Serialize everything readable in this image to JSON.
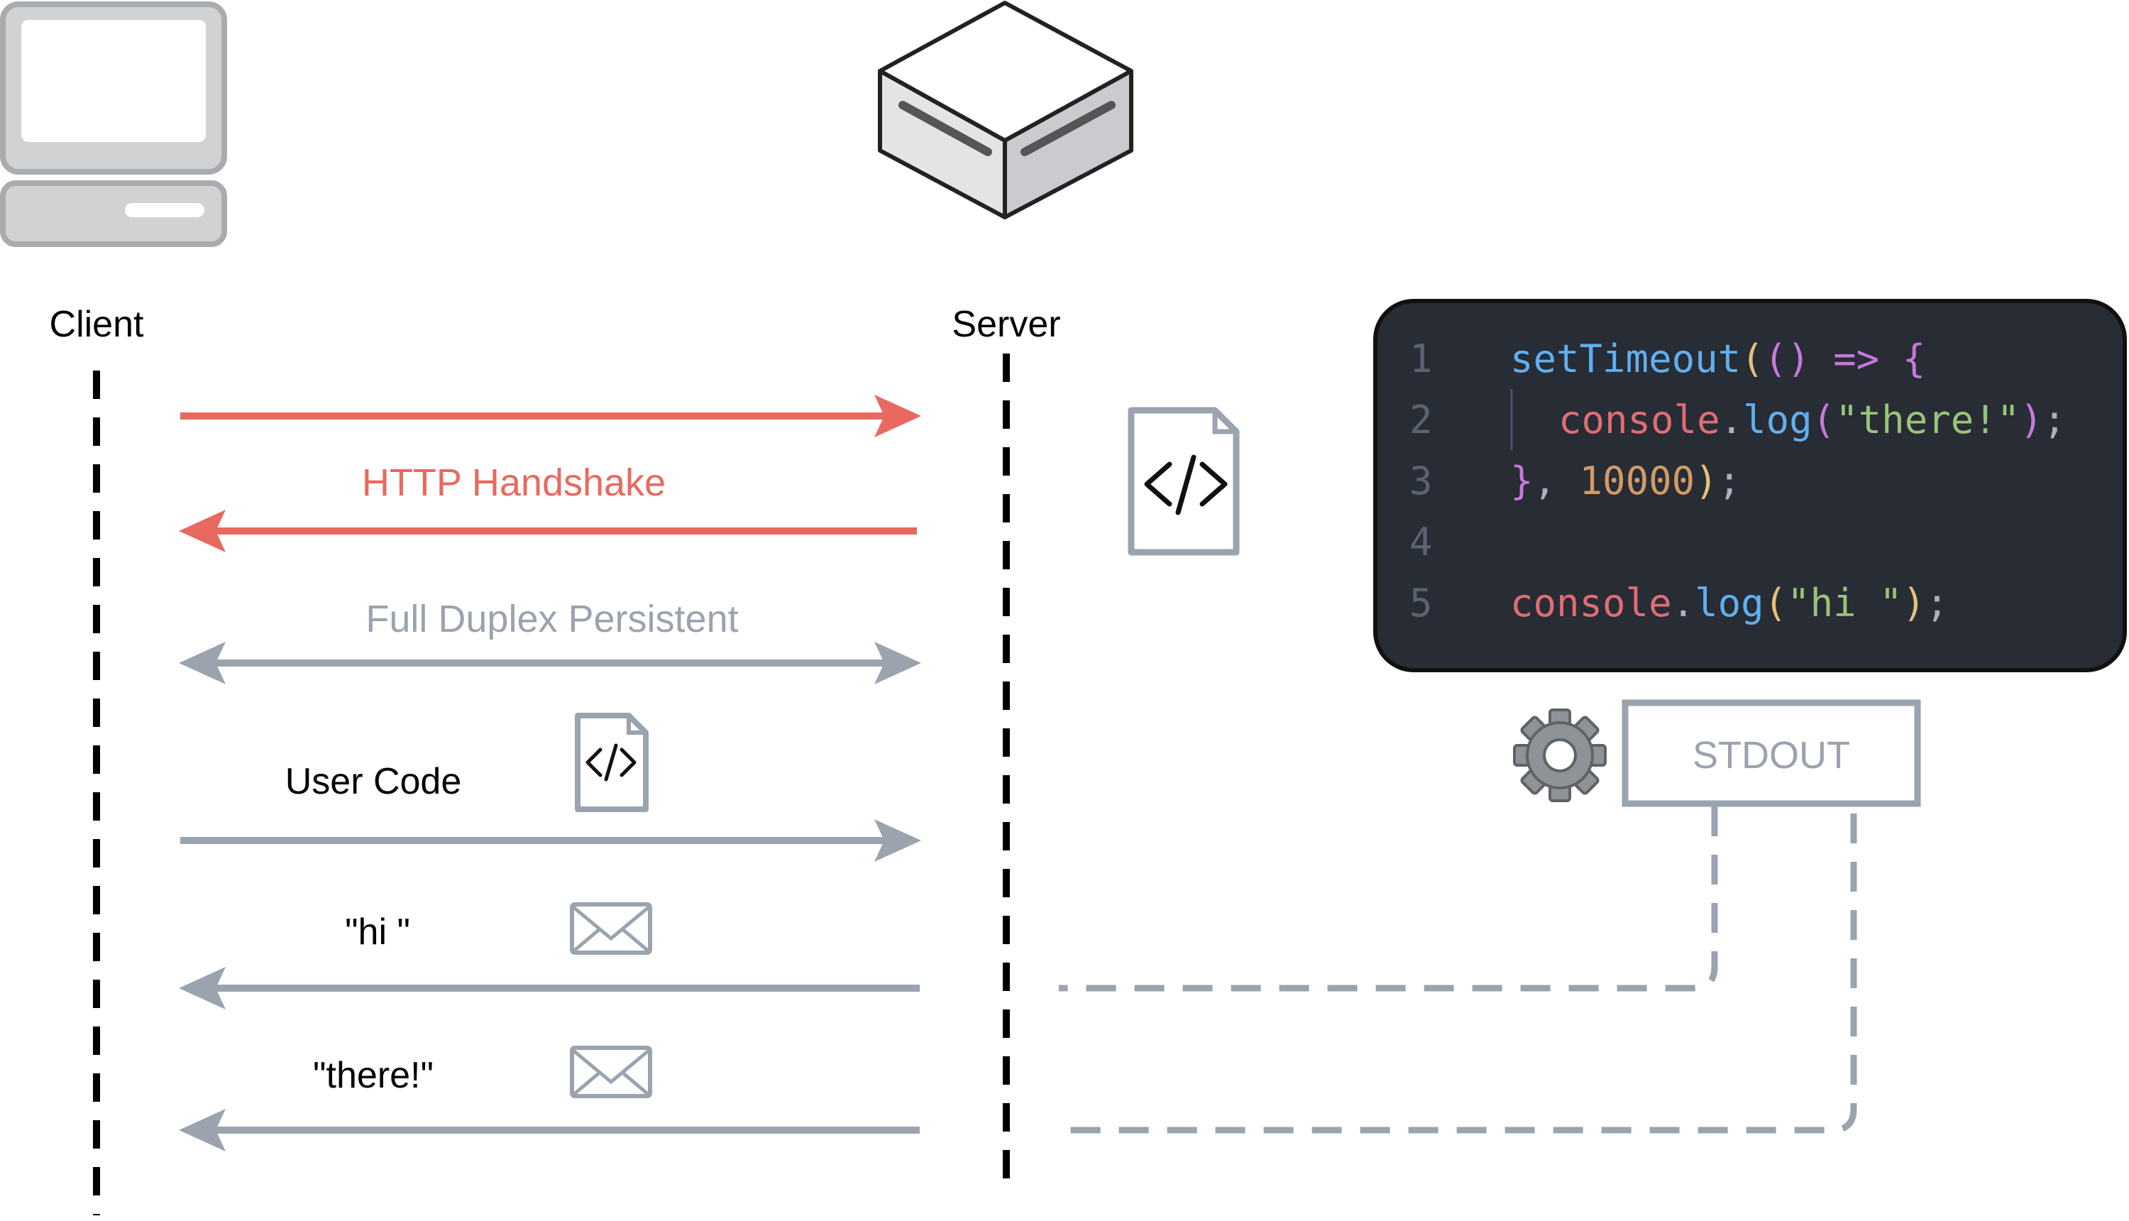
{
  "labels": {
    "client": "Client",
    "server": "Server",
    "http_handshake": "HTTP Handshake",
    "full_duplex": "Full Duplex Persistent",
    "user_code": "User Code",
    "msg_hi": "\"hi \"",
    "msg_there": "\"there!\"",
    "stdout": "STDOUT"
  },
  "code_editor": {
    "line_numbers": [
      "1",
      "2",
      "3",
      "4",
      "5"
    ],
    "line1": {
      "fn": "setTimeout",
      "paren_open": "(",
      "arrow_params": "()",
      "arrow": " => ",
      "brace": "{"
    },
    "line2": {
      "obj": "console",
      "dot": ".",
      "method": "log",
      "paren_open": "(",
      "str": "\"there!\"",
      "paren_close": ")",
      "semi": ";"
    },
    "line3": {
      "brace": "}",
      "comma": ", ",
      "num": "10000",
      "paren_close": ")",
      "semi": ";"
    },
    "line5": {
      "obj": "console",
      "dot": ".",
      "method": "log",
      "paren_open": "(",
      "str": "\"hi \"",
      "paren_close": ")",
      "semi": ";"
    }
  },
  "icons": {
    "client": "computer-icon",
    "server": "server-box-icon",
    "server_code": "code-file-icon",
    "user_code": "code-file-icon",
    "message": "envelope-icon",
    "process": "gear-icon"
  },
  "colors": {
    "handshake": "#e8695f",
    "connection": "#9aa3ae",
    "lifeline": "#000000",
    "editor_bg": "#282c34",
    "code_blue": "#61afef",
    "code_red": "#e06c75",
    "code_green": "#98c379",
    "code_orange": "#d19a66",
    "code_magenta": "#c678dd",
    "code_yellow": "#e5c07b",
    "code_gray": "#abb2bf",
    "line_number": "#5c6370"
  }
}
